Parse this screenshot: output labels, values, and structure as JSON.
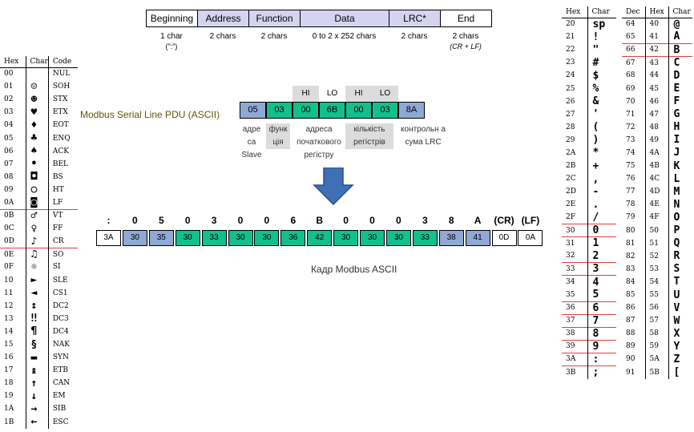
{
  "frame_format": {
    "headers": [
      "Beginning",
      "Address",
      "Function",
      "Data",
      "LRC*",
      "End"
    ],
    "sizes": [
      "1 char",
      "2 chars",
      "2 chars",
      "0 to 2 x 252 chars",
      "2 chars",
      "2 chars"
    ],
    "size_subs": [
      "(\":\")",
      "",
      "",
      "",
      "",
      "(CR + LF)"
    ]
  },
  "ascii_left": {
    "headers": [
      "Hex",
      "Char",
      "Code"
    ],
    "rows": [
      [
        "00",
        "",
        "NUL"
      ],
      [
        "01",
        "☺",
        "SOH"
      ],
      [
        "02",
        "☻",
        "STX"
      ],
      [
        "03",
        "♥",
        "ETX"
      ],
      [
        "04",
        "♦",
        "EOT"
      ],
      [
        "05",
        "♣",
        "ENQ"
      ],
      [
        "06",
        "♠",
        "ACK"
      ],
      [
        "07",
        "•",
        "BEL"
      ],
      [
        "08",
        "◘",
        "BS"
      ],
      [
        "09",
        "○",
        "HT"
      ],
      [
        "0A",
        "◙",
        "LF"
      ],
      [
        "0B",
        "♂",
        "VT"
      ],
      [
        "0C",
        "♀",
        "FF"
      ],
      [
        "0D",
        "♪",
        "CR"
      ],
      [
        "0E",
        "♫",
        "SO"
      ],
      [
        "0F",
        "☼",
        "SI"
      ],
      [
        "10",
        "►",
        "SLE"
      ],
      [
        "11",
        "◄",
        "CS1"
      ],
      [
        "12",
        "↕",
        "DC2"
      ],
      [
        "13",
        "‼",
        "DC3"
      ],
      [
        "14",
        "¶",
        "DC4"
      ],
      [
        "15",
        "§",
        "NAK"
      ],
      [
        "16",
        "▬",
        "SYN"
      ],
      [
        "17",
        "↨",
        "ETB"
      ],
      [
        "18",
        "↑",
        "CAN"
      ],
      [
        "19",
        "↓",
        "EM"
      ],
      [
        "1A",
        "→",
        "SIB"
      ],
      [
        "1B",
        "←",
        "ESC"
      ]
    ]
  },
  "ascii_right_a": {
    "headers": [
      "Hex",
      "Char"
    ],
    "rows": [
      [
        "20",
        "sp"
      ],
      [
        "21",
        "!"
      ],
      [
        "22",
        "\""
      ],
      [
        "23",
        "#"
      ],
      [
        "24",
        "$"
      ],
      [
        "25",
        "%"
      ],
      [
        "26",
        "&"
      ],
      [
        "27",
        "'"
      ],
      [
        "28",
        "("
      ],
      [
        "29",
        ")"
      ],
      [
        "2A",
        "*"
      ],
      [
        "2B",
        "+"
      ],
      [
        "2C",
        ","
      ],
      [
        "2D",
        "-"
      ],
      [
        "2E",
        "."
      ],
      [
        "2F",
        "/"
      ],
      [
        "30",
        "0"
      ],
      [
        "31",
        "1"
      ],
      [
        "32",
        "2"
      ],
      [
        "33",
        "3"
      ],
      [
        "34",
        "4"
      ],
      [
        "35",
        "5"
      ],
      [
        "36",
        "6"
      ],
      [
        "37",
        "7"
      ],
      [
        "38",
        "8"
      ],
      [
        "39",
        "9"
      ],
      [
        "3A",
        ":"
      ],
      [
        "3B",
        ";"
      ]
    ]
  },
  "ascii_right_b": {
    "headers": [
      "Dec",
      "Hex",
      "Char"
    ],
    "rows": [
      [
        "64",
        "40",
        "@"
      ],
      [
        "65",
        "41",
        "A"
      ],
      [
        "66",
        "42",
        "B"
      ],
      [
        "67",
        "43",
        "C"
      ],
      [
        "68",
        "44",
        "D"
      ],
      [
        "69",
        "45",
        "E"
      ],
      [
        "70",
        "46",
        "F"
      ],
      [
        "71",
        "47",
        "G"
      ],
      [
        "72",
        "48",
        "H"
      ],
      [
        "73",
        "49",
        "I"
      ],
      [
        "74",
        "4A",
        "J"
      ],
      [
        "75",
        "4B",
        "K"
      ],
      [
        "76",
        "4C",
        "L"
      ],
      [
        "77",
        "4D",
        "M"
      ],
      [
        "78",
        "4E",
        "N"
      ],
      [
        "79",
        "4F",
        "O"
      ],
      [
        "80",
        "50",
        "P"
      ],
      [
        "81",
        "51",
        "Q"
      ],
      [
        "82",
        "52",
        "R"
      ],
      [
        "83",
        "53",
        "S"
      ],
      [
        "84",
        "54",
        "T"
      ],
      [
        "85",
        "55",
        "U"
      ],
      [
        "86",
        "56",
        "V"
      ],
      [
        "87",
        "57",
        "W"
      ],
      [
        "88",
        "58",
        "X"
      ],
      [
        "89",
        "59",
        "Y"
      ],
      [
        "90",
        "5A",
        "Z"
      ],
      [
        "91",
        "5B",
        "["
      ]
    ]
  },
  "pdu": {
    "label": "Modbus Serial Line PDU (ASCII)",
    "top_labels": [
      "",
      "",
      "HI",
      "LO",
      "HI",
      "LO",
      ""
    ],
    "cells": [
      "05",
      "03",
      "00",
      "6B",
      "00",
      "03",
      "8A"
    ],
    "desc": [
      "адре са Slave",
      "функ ція",
      "адреса початкового регістру",
      "кількість регістрів",
      "контрольн а сума LRC"
    ]
  },
  "ascii_frame": {
    "chars": [
      ":",
      "0",
      "5",
      "0",
      "3",
      "0",
      "0",
      "6",
      "B",
      "0",
      "0",
      "0",
      "3",
      "8",
      "A",
      "(CR)",
      "(LF)"
    ],
    "hex": [
      "3A",
      "30",
      "35",
      "30",
      "33",
      "30",
      "30",
      "36",
      "42",
      "30",
      "30",
      "30",
      "33",
      "38",
      "41",
      "0D",
      "0A"
    ],
    "caption": "Кадр Modbus ASCII"
  },
  "colors": {
    "green": "#12c08f",
    "blue": "#8fa9d4",
    "header": "#d4d4f0"
  }
}
